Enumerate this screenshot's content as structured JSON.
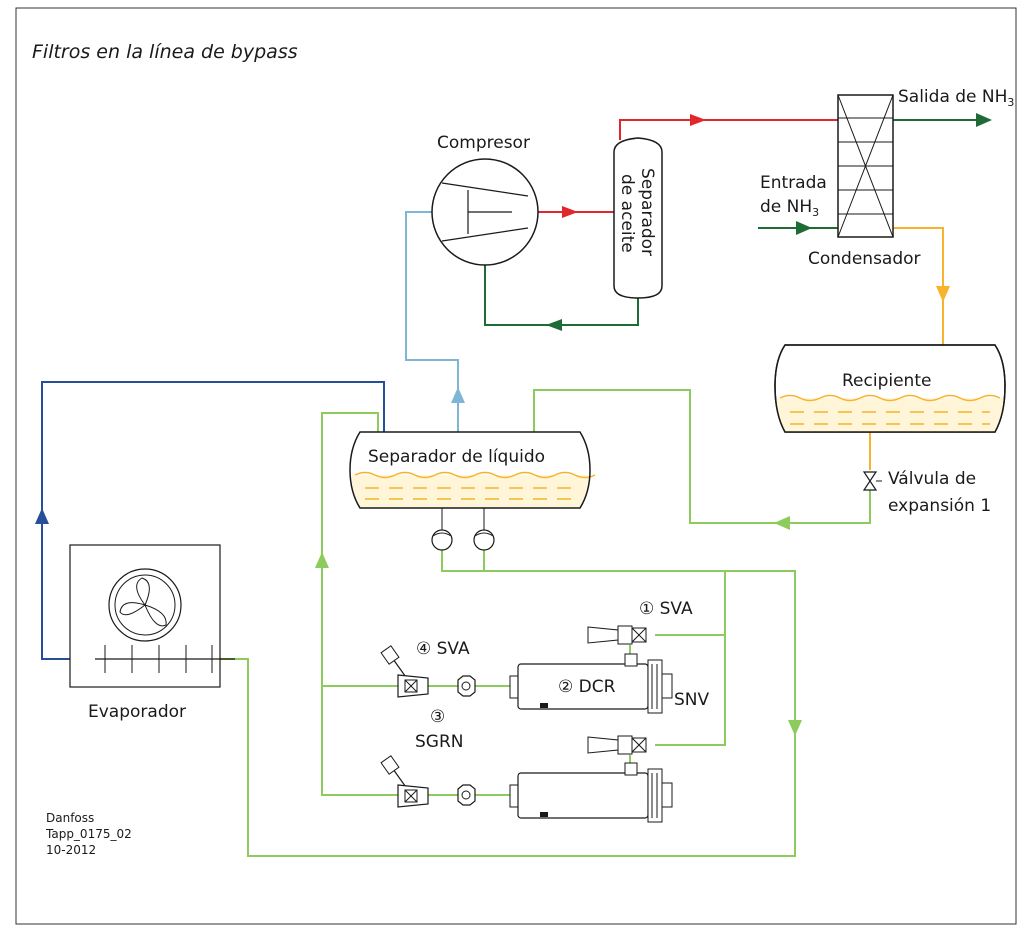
{
  "title": "Filtros en la línea de bypass",
  "labels": {
    "compressor": "Compresor",
    "oil_separator_1": "Separador",
    "oil_separator_2": "de aceite",
    "nh3_out": "Salida de NH",
    "nh3_in_1": "Entrada",
    "nh3_in_2": "de NH",
    "nh3_sub": "3",
    "condenser": "Condensador",
    "receiver": "Recipiente",
    "liquid_separator": "Separador de líquido",
    "expansion_valve_1": "Válvula de",
    "expansion_valve_2": "expansión 1",
    "evaporator": "Evaporador",
    "sva_1": "① SVA",
    "sva_4": "④ SVA",
    "dcr": "② DCR",
    "snv": "SNV",
    "sgrn_num": "③",
    "sgrn": "SGRN"
  },
  "footer": {
    "brand": "Danfoss",
    "code": "Tapp_0175_02",
    "date": "10-2012"
  },
  "colors": {
    "discharge": "#e3262b",
    "oil_return": "#1f6b35",
    "nh3": "#1f6b35",
    "liquid": "#f7b32b",
    "wet_return": "#274f99",
    "suction": "#7fb6d6",
    "pumped_liquid": "#8ecb5d",
    "outline": "#1a1a1a",
    "liquid_fill": "#fff5d9"
  }
}
